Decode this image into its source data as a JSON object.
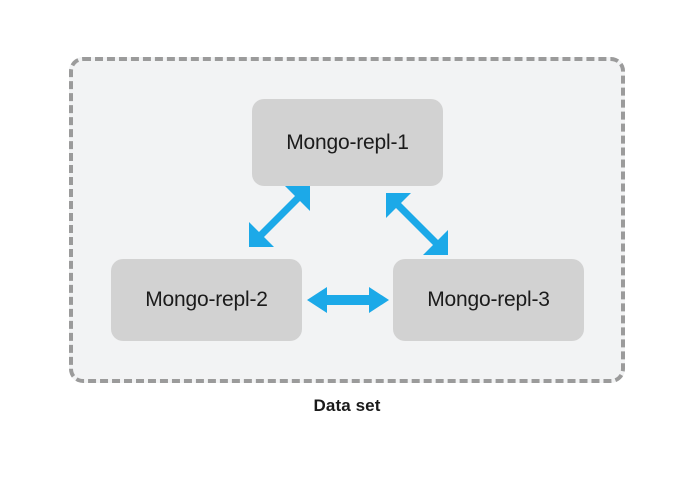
{
  "diagram": {
    "type": "mongodb-replica-set-topology",
    "caption": "Data set",
    "container": {
      "name": "dataset-boundary",
      "style": "dashed-rounded-rectangle",
      "fill_color": "#f2f3f4",
      "border_color": "#9b9b9b"
    },
    "node_fill_color": "#d2d2d2",
    "node_text_color": "#1b1b1b",
    "arrow_color": "#1ca9e8",
    "nodes": [
      {
        "id": "repl-1",
        "label": "Mongo-repl-1",
        "position": "top-center"
      },
      {
        "id": "repl-2",
        "label": "Mongo-repl-2",
        "position": "bottom-left"
      },
      {
        "id": "repl-3",
        "label": "Mongo-repl-3",
        "position": "bottom-right"
      }
    ],
    "connections": [
      {
        "from": "repl-2",
        "to": "repl-1",
        "direction": "bidirectional",
        "orientation": "diagonal-up-right"
      },
      {
        "from": "repl-1",
        "to": "repl-3",
        "direction": "bidirectional",
        "orientation": "diagonal-down-right"
      },
      {
        "from": "repl-2",
        "to": "repl-3",
        "direction": "bidirectional",
        "orientation": "horizontal"
      }
    ]
  }
}
